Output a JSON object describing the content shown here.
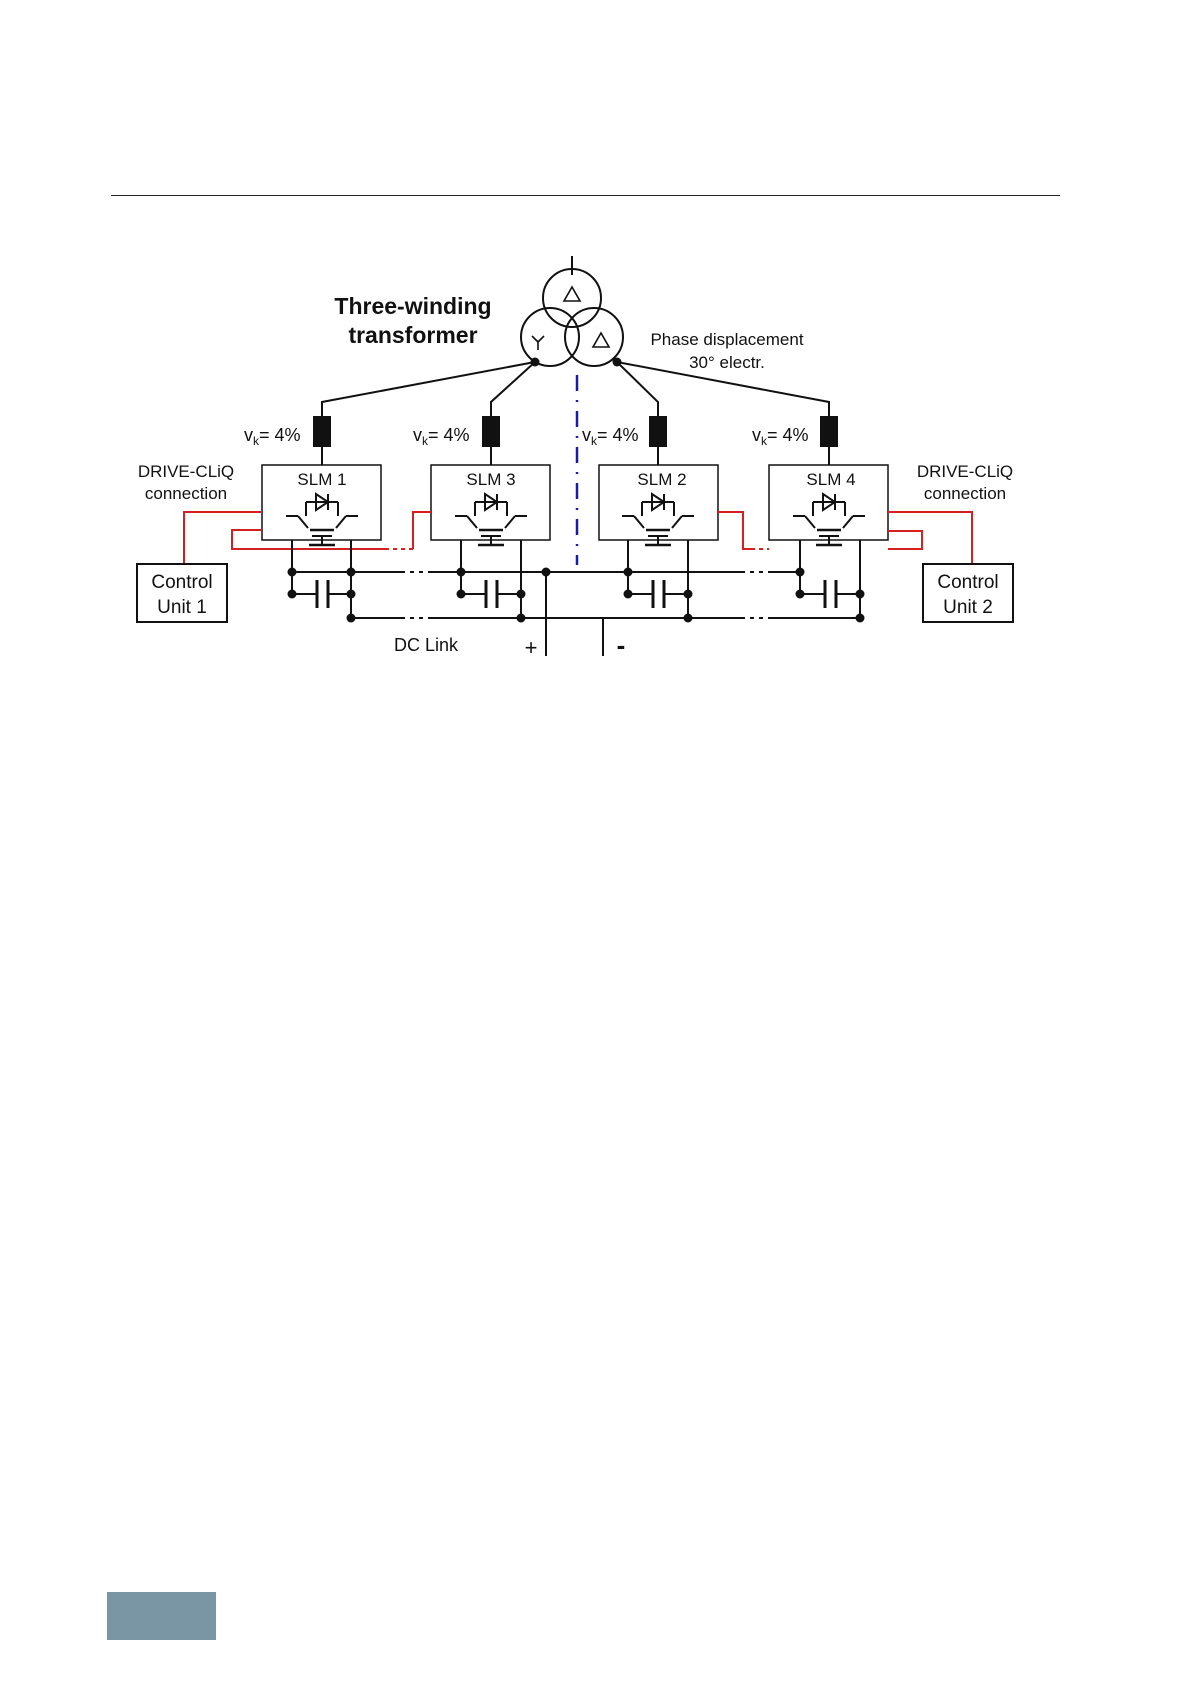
{
  "colors": {
    "line": "#111111",
    "drive_cliq": "#d42020",
    "axis_dashdot": "#1a1aa8",
    "page_tab": "#7a95a4"
  },
  "transformer": {
    "title_line1": "Three-winding",
    "title_line2": "transformer",
    "phase_line1": "Phase displacement",
    "phase_line2": "30° electr."
  },
  "modules": [
    {
      "label": "SLM 1",
      "reactance": "v",
      "reactance_sub": "k",
      "reactance_value": "= 4%"
    },
    {
      "label": "SLM 3",
      "reactance": "v",
      "reactance_sub": "k",
      "reactance_value": "= 4%"
    },
    {
      "label": "SLM 2",
      "reactance": "v",
      "reactance_sub": "k",
      "reactance_value": "= 4%"
    },
    {
      "label": "SLM 4",
      "reactance": "v",
      "reactance_sub": "k",
      "reactance_value": "= 4%"
    }
  ],
  "drive_cliq_left": {
    "line1": "DRIVE-CLiQ",
    "line2": "connection"
  },
  "drive_cliq_right": {
    "line1": "DRIVE-CLiQ",
    "line2": "connection"
  },
  "control_units": [
    {
      "line1": "Control",
      "line2": "Unit 1"
    },
    {
      "line1": "Control",
      "line2": "Unit 2"
    }
  ],
  "dc_link": {
    "label": "DC Link",
    "plus": "+",
    "minus": "-"
  }
}
